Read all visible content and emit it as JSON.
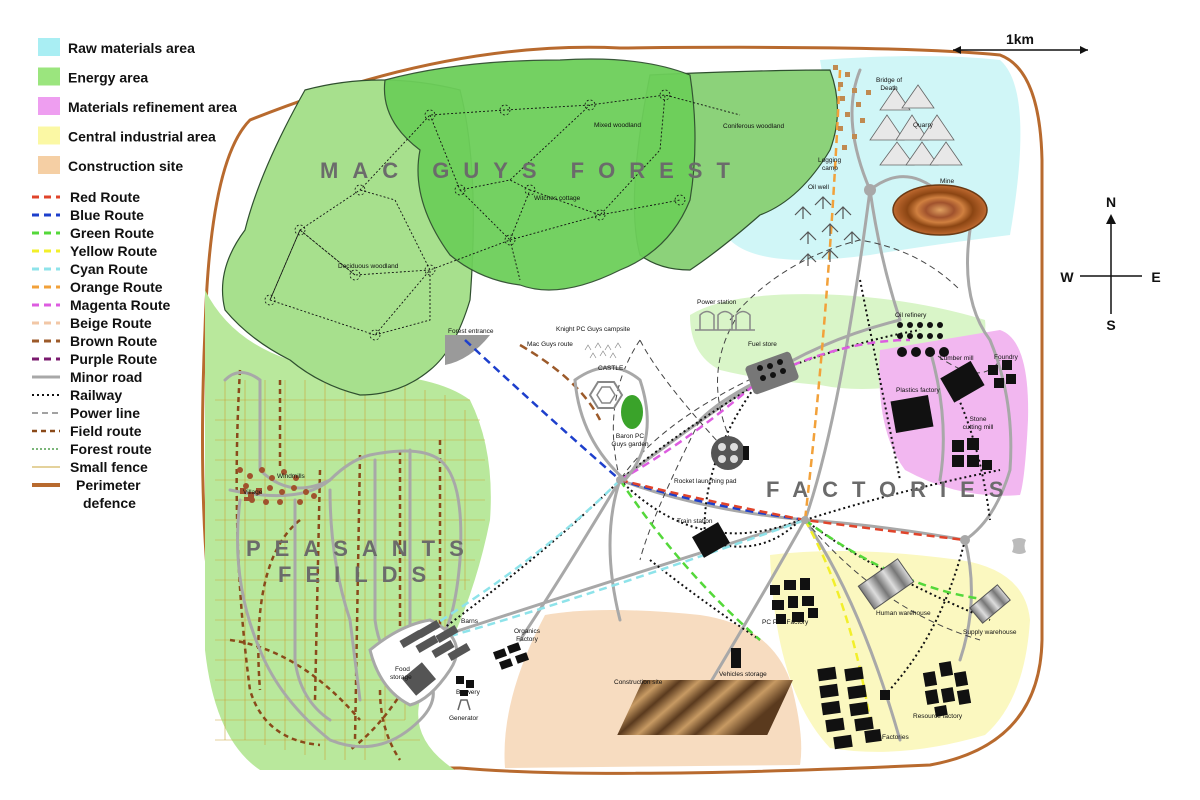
{
  "legend": {
    "areas": [
      {
        "label": "Raw materials area",
        "color": "#a9eef3"
      },
      {
        "label": "Energy area",
        "color": "#9be57e"
      },
      {
        "label": "Materials refinement area",
        "color": "#ee9ef0"
      },
      {
        "label": "Central industrial area",
        "color": "#fbf8a4"
      },
      {
        "label": "Construction site",
        "color": "#f5cfa4"
      }
    ],
    "routes": [
      {
        "label": "Red Route",
        "color": "#e0442b"
      },
      {
        "label": "Blue Route",
        "color": "#1d3fcc"
      },
      {
        "label": "Green Route",
        "color": "#54d83a"
      },
      {
        "label": "Yellow Route",
        "color": "#f2ef2a"
      },
      {
        "label": "Cyan Route",
        "color": "#8ee3ea"
      },
      {
        "label": "Orange Route",
        "color": "#f2a13a"
      },
      {
        "label": "Magenta Route",
        "color": "#dd5ce0"
      },
      {
        "label": "Beige Route",
        "color": "#f2c7a6"
      },
      {
        "label": "Brown Route",
        "color": "#9c5a2a"
      },
      {
        "label": "Purple Route",
        "color": "#7a1a6e"
      }
    ],
    "lines": [
      {
        "label": "Minor road",
        "style": "minor-road"
      },
      {
        "label": "Railway",
        "style": "railway"
      },
      {
        "label": "Power line",
        "style": "power-line"
      },
      {
        "label": "Field route",
        "style": "field-route"
      },
      {
        "label": "Forest route",
        "style": "forest-route"
      },
      {
        "label": "Small fence",
        "style": "small-fence"
      }
    ],
    "perimeter_line1": "Perimeter",
    "perimeter_line2": "defence",
    "perimeter_color": "#b86a2e"
  },
  "scale_label": "1km",
  "compass": {
    "n": "N",
    "s": "S",
    "e": "E",
    "w": "W"
  },
  "regions": {
    "forest": "MAC GUYS FOREST",
    "fields_line1": "PEASANTS",
    "fields_line2": "FEILDS",
    "factories": "FACTORIES"
  },
  "labels": {
    "mixed_woodland": "Mixed woodland",
    "coniferous_woodland": "Coniferous woodland",
    "deciduous_woodland": "Deciduous woodland",
    "witches_cottage": "Witches cottage",
    "forest_entrance": "Forest entrance",
    "knight_campsite": "Knight PC Guys campsite",
    "mac_guys_route": "Mac Guys route",
    "castle": "CASTLE",
    "baron_garden_1": "Baron PC",
    "baron_garden_2": "Guys garden",
    "bridge_1": "Bridge of",
    "bridge_2": "Death",
    "quarry": "Quarry",
    "logging_1": "Logging",
    "logging_2": "camp",
    "oil_well": "Oil well",
    "mine": "Mine",
    "power_station": "Power station",
    "fuel_store": "Fuel store",
    "oil_refinery": "Oil refinery",
    "lumber_mill": "Lumber mill",
    "foundry": "Foundry",
    "plastics_factory": "Plastics factory",
    "stone_1": "Stone",
    "stone_2": "cutting mill",
    "rocket": "Rocket launching pad",
    "train_station": "Train station",
    "pc_part": "PC Part Factory",
    "human_warehouse": "Human warehouse",
    "supply_warehouse": "Supply warehouse",
    "windmills": "Windmills",
    "village": "Village",
    "barns": "Barns",
    "organics_1": "Organics",
    "organics_2": "Factory",
    "food_1": "Food",
    "food_2": "storage",
    "brewery": "Brewery",
    "generator": "Generator",
    "construction_site": "Construction site",
    "vehicles_storage": "Vehicles storage",
    "resource_factory": "Resource factory",
    "factories": "Factories"
  }
}
